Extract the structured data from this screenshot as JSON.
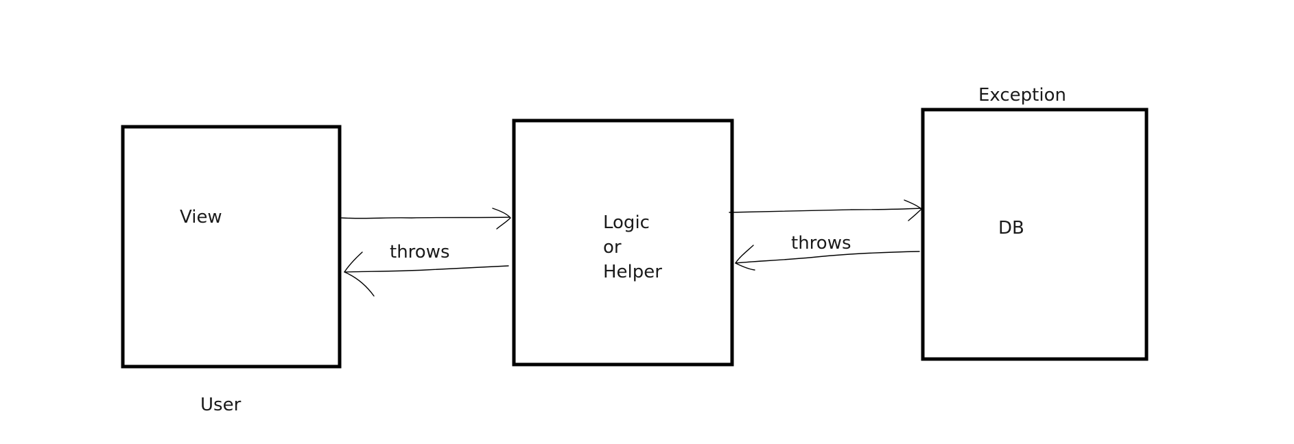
{
  "diagram": {
    "boxes": {
      "view": {
        "label": "View",
        "caption": "User"
      },
      "logic": {
        "lines": [
          "Logic",
          "or",
          "Helper"
        ]
      },
      "db": {
        "label": "DB",
        "caption": "Exception"
      }
    },
    "edges": {
      "view_to_logic": {
        "label": ""
      },
      "logic_to_view": {
        "label": "throws"
      },
      "logic_to_db": {
        "label": ""
      },
      "db_to_logic": {
        "label": "throws"
      }
    }
  }
}
